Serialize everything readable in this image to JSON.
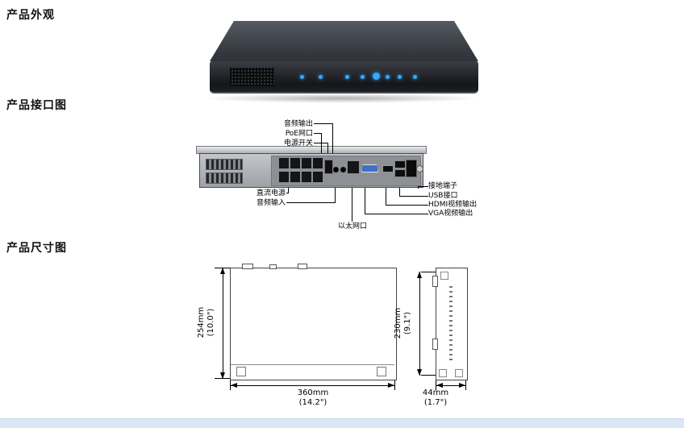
{
  "page": {
    "background": "#ffffff",
    "footer_color": "#d9e7f4"
  },
  "sections": [
    {
      "title": "产品外观"
    },
    {
      "title": "产品接口图"
    },
    {
      "title": "产品尺寸图"
    }
  ],
  "device": {
    "led_color": "#35a8ff",
    "body_color": "#2c2f34"
  },
  "interface_diagram": {
    "labels": {
      "audio_out": "音频输出",
      "poe_port": "PoE网口",
      "power_switch": "电源开关",
      "dc_power": "直流电源",
      "audio_in": "音频输入",
      "ground": "接地端子",
      "usb": "USB接口",
      "hdmi": "HDMI视频输出",
      "vga": "VGA视频输出",
      "ethernet": "以太网口"
    }
  },
  "dimension_diagram": {
    "depth": {
      "mm": "254mm",
      "inch": "(10.0\")"
    },
    "side_depth": {
      "mm": "230mm",
      "inch": "(9.1\")"
    },
    "width": {
      "mm": "360mm",
      "inch": "(14.2\")"
    },
    "height": {
      "mm": "44mm",
      "inch": "(1.7\")"
    }
  }
}
